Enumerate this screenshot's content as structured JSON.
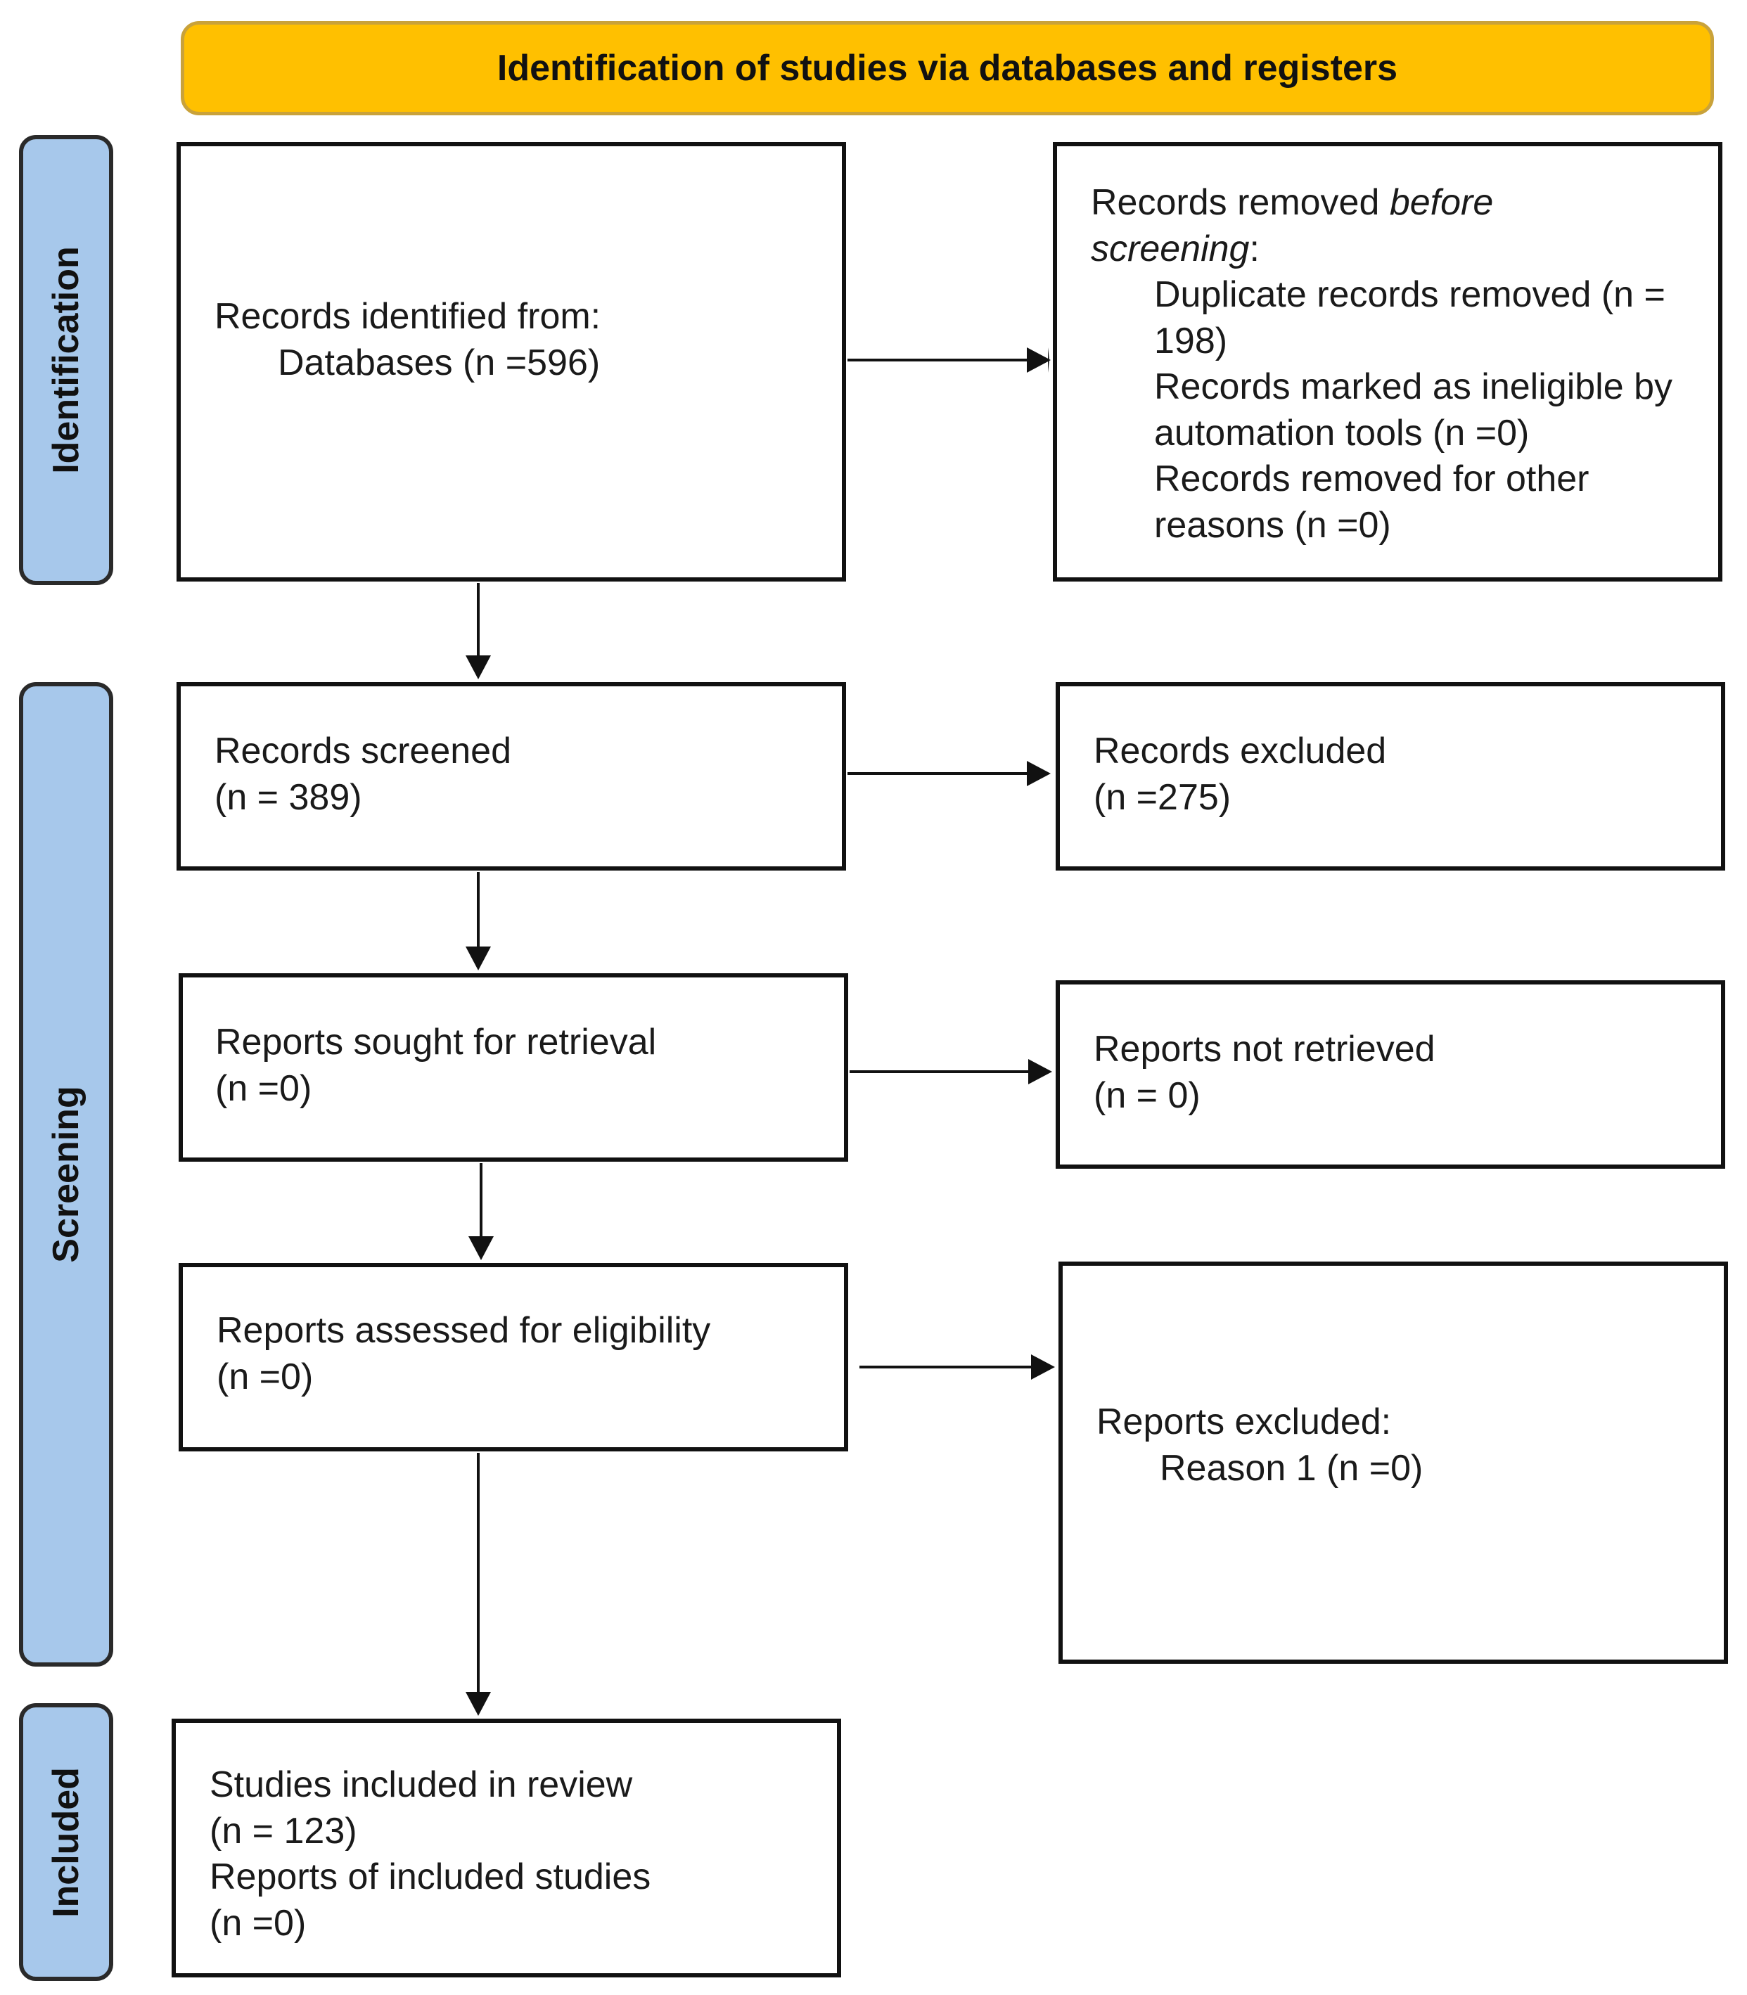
{
  "header": {
    "title": "Identification of studies via databases and registers"
  },
  "phases": {
    "identification": "Identification",
    "screening": "Screening",
    "included": "Included"
  },
  "boxes": {
    "records_identified": {
      "line1": "Records identified from:",
      "line2": "Databases (n =596)"
    },
    "records_removed": {
      "heading_plain": "Records removed ",
      "heading_italic": "before",
      "heading_italic2": "screening",
      "heading_colon": ":",
      "items": [
        "Duplicate records removed (n = 198)",
        "Records marked as ineligible by automation tools (n =0)",
        "Records removed for other reasons (n =0)"
      ]
    },
    "records_screened": {
      "line1": "Records screened",
      "line2": "(n = 389)"
    },
    "records_excluded": {
      "line1": "Records excluded",
      "line2": "(n =275)"
    },
    "reports_sought": {
      "line1": "Reports sought for retrieval",
      "line2": "(n =0)"
    },
    "reports_not_retrieved": {
      "line1": "Reports not retrieved",
      "line2": "(n = 0)"
    },
    "reports_assessed": {
      "line1": "Reports assessed for eligibility",
      "line2": "(n =0)"
    },
    "reports_excluded": {
      "line1": "Reports excluded:",
      "line2": "Reason 1 (n =0)"
    },
    "studies_included": {
      "line1": "Studies included in review",
      "line2": "(n = 123)",
      "line3": "Reports of included studies",
      "line4": "(n =0)"
    }
  }
}
